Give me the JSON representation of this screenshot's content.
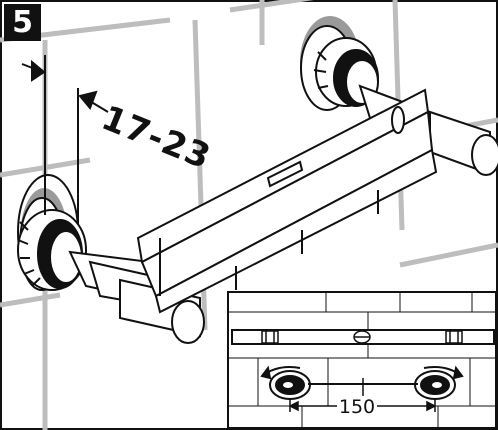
{
  "step": {
    "number": "5"
  },
  "dimensions": {
    "wall_distance_range": "17-23",
    "center_spacing": "150"
  }
}
